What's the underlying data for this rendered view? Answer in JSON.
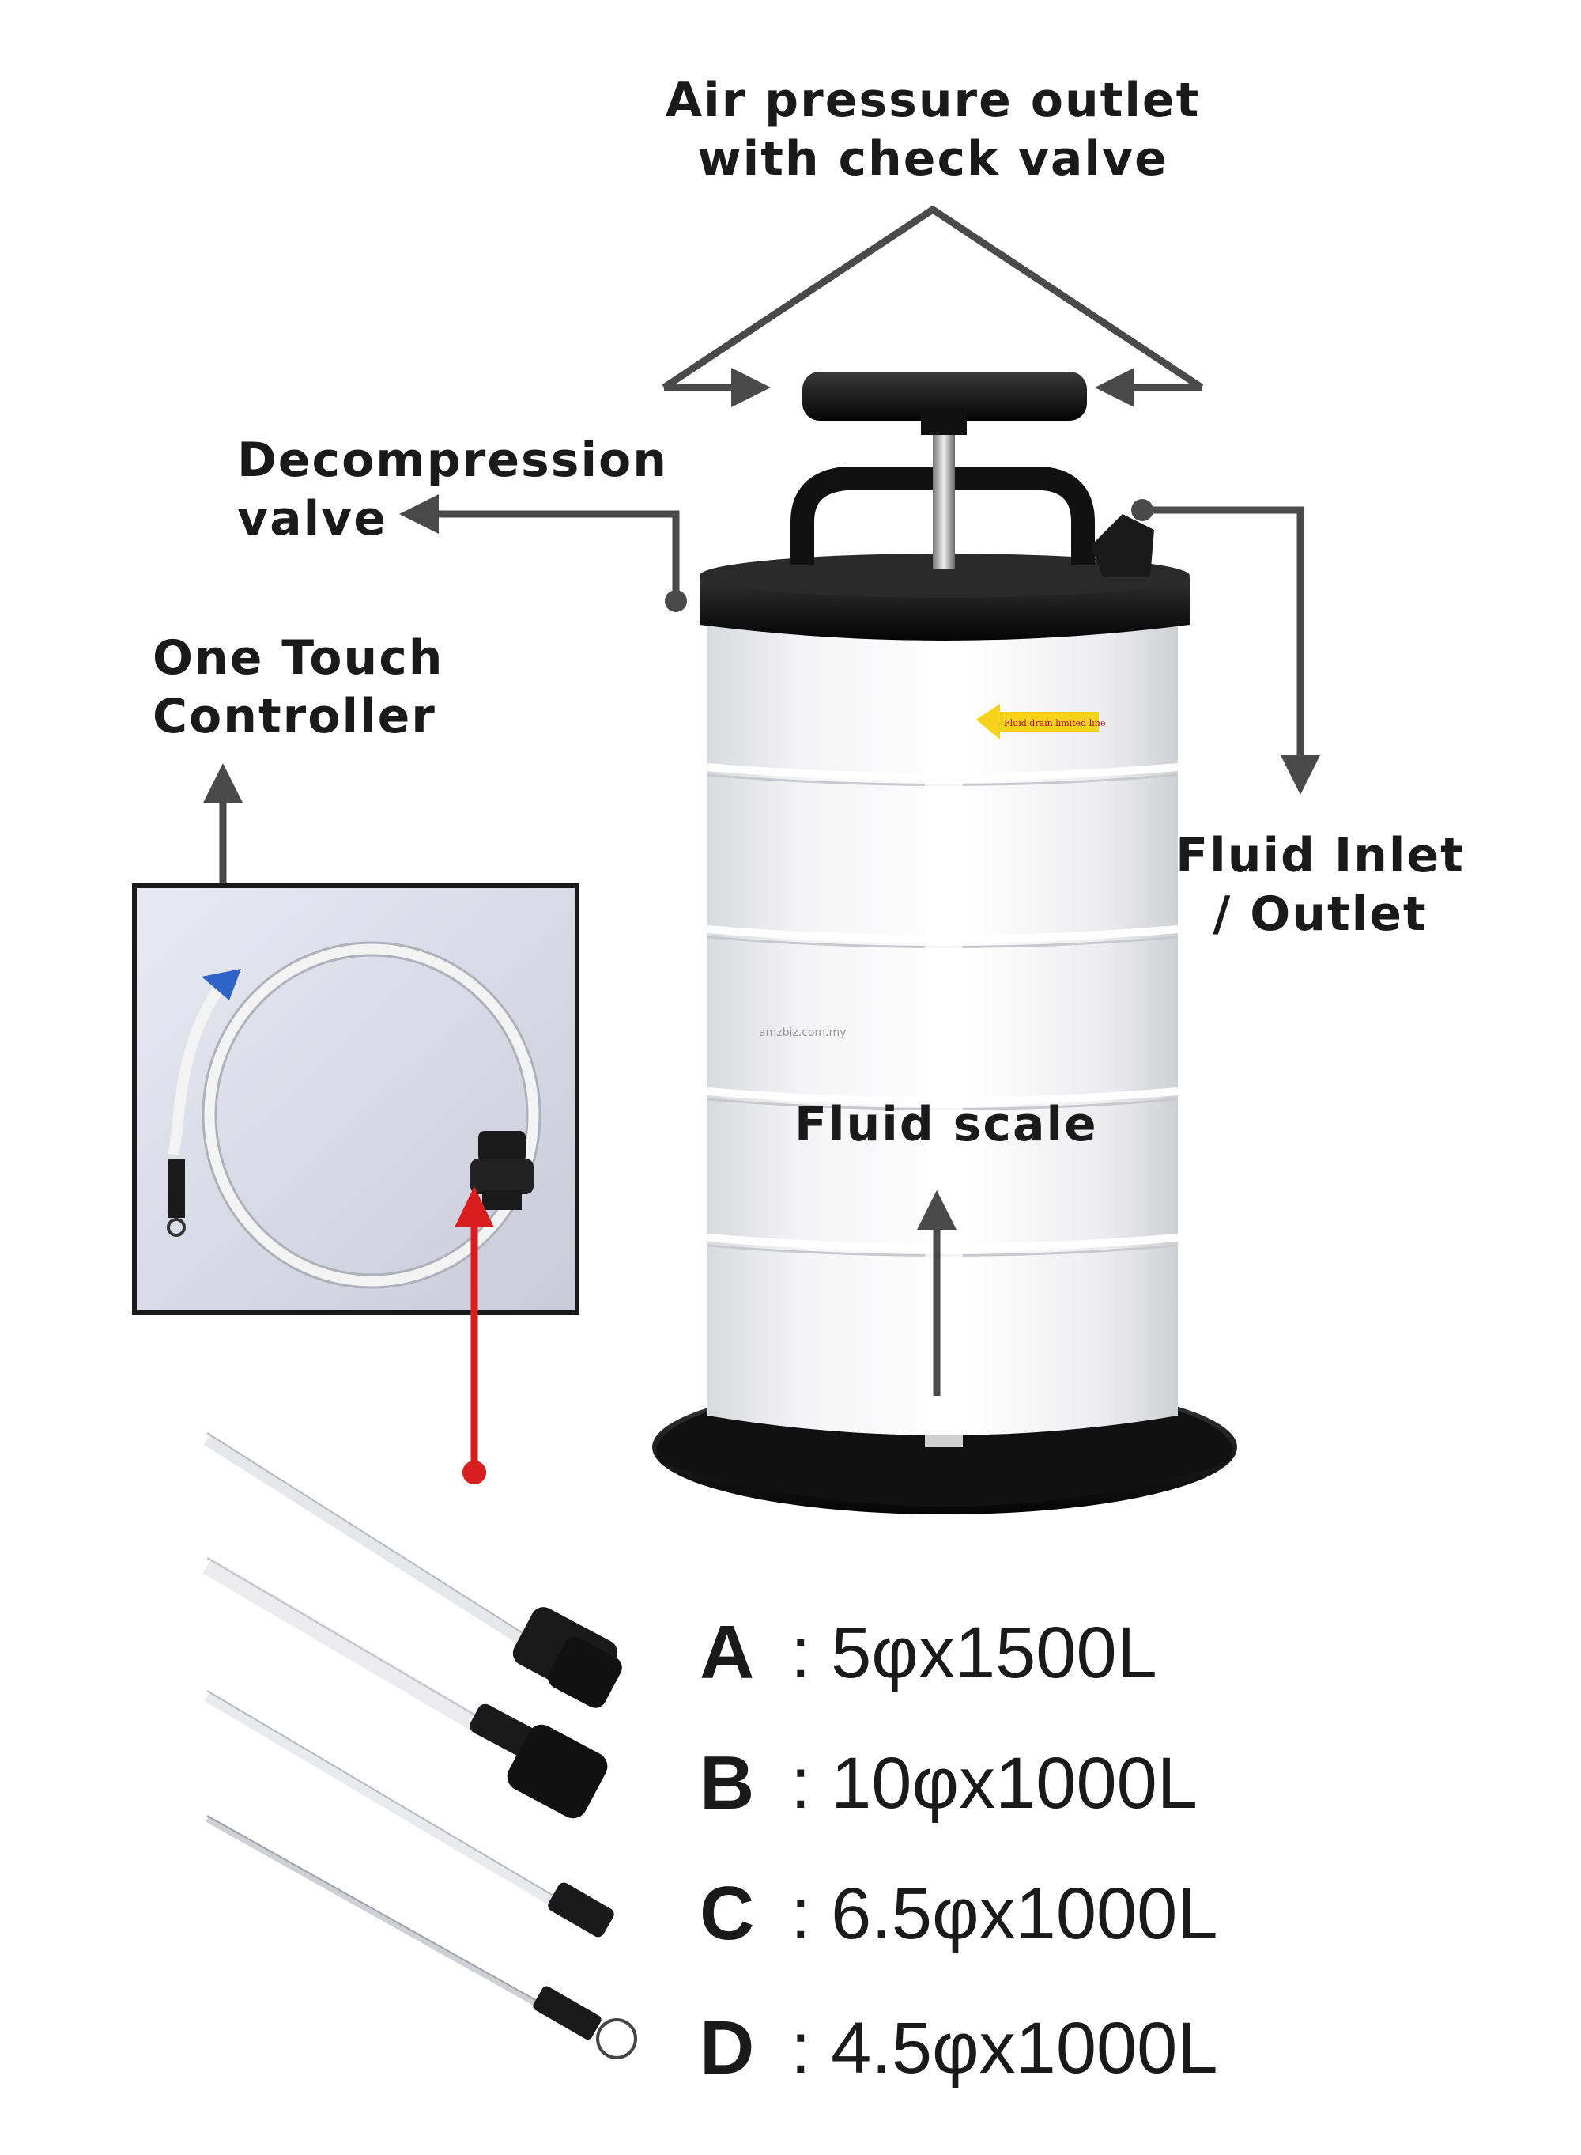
{
  "labels": {
    "air_pressure_line1": "Air pressure outlet",
    "air_pressure_line2": "with check valve",
    "decompression_line1": "Decompression",
    "decompression_line2": "valve",
    "one_touch_line1": "One Touch",
    "one_touch_line2": "Controller",
    "fluid_inlet_line1": "Fluid Inlet",
    "fluid_inlet_line2": "/ Outlet",
    "fluid_scale": "Fluid scale",
    "sticker_text": "Fluid drain limited line",
    "watermark": "amzbiz.com.my"
  },
  "specs": [
    {
      "letter": "A",
      "value": ":  5φx1500L"
    },
    {
      "letter": "B",
      "value": ": 10φx1000L"
    },
    {
      "letter": "C",
      "value": ": 6.5φx1000L"
    },
    {
      "letter": "D",
      "value": ": 4.5φx1000L"
    }
  ],
  "colors": {
    "arrow": "#4a4a4a",
    "red_arrow": "#d81e1e",
    "tank_black": "#141414",
    "tank_body": "#f2f2f0",
    "sticker": "#f6d21a"
  }
}
